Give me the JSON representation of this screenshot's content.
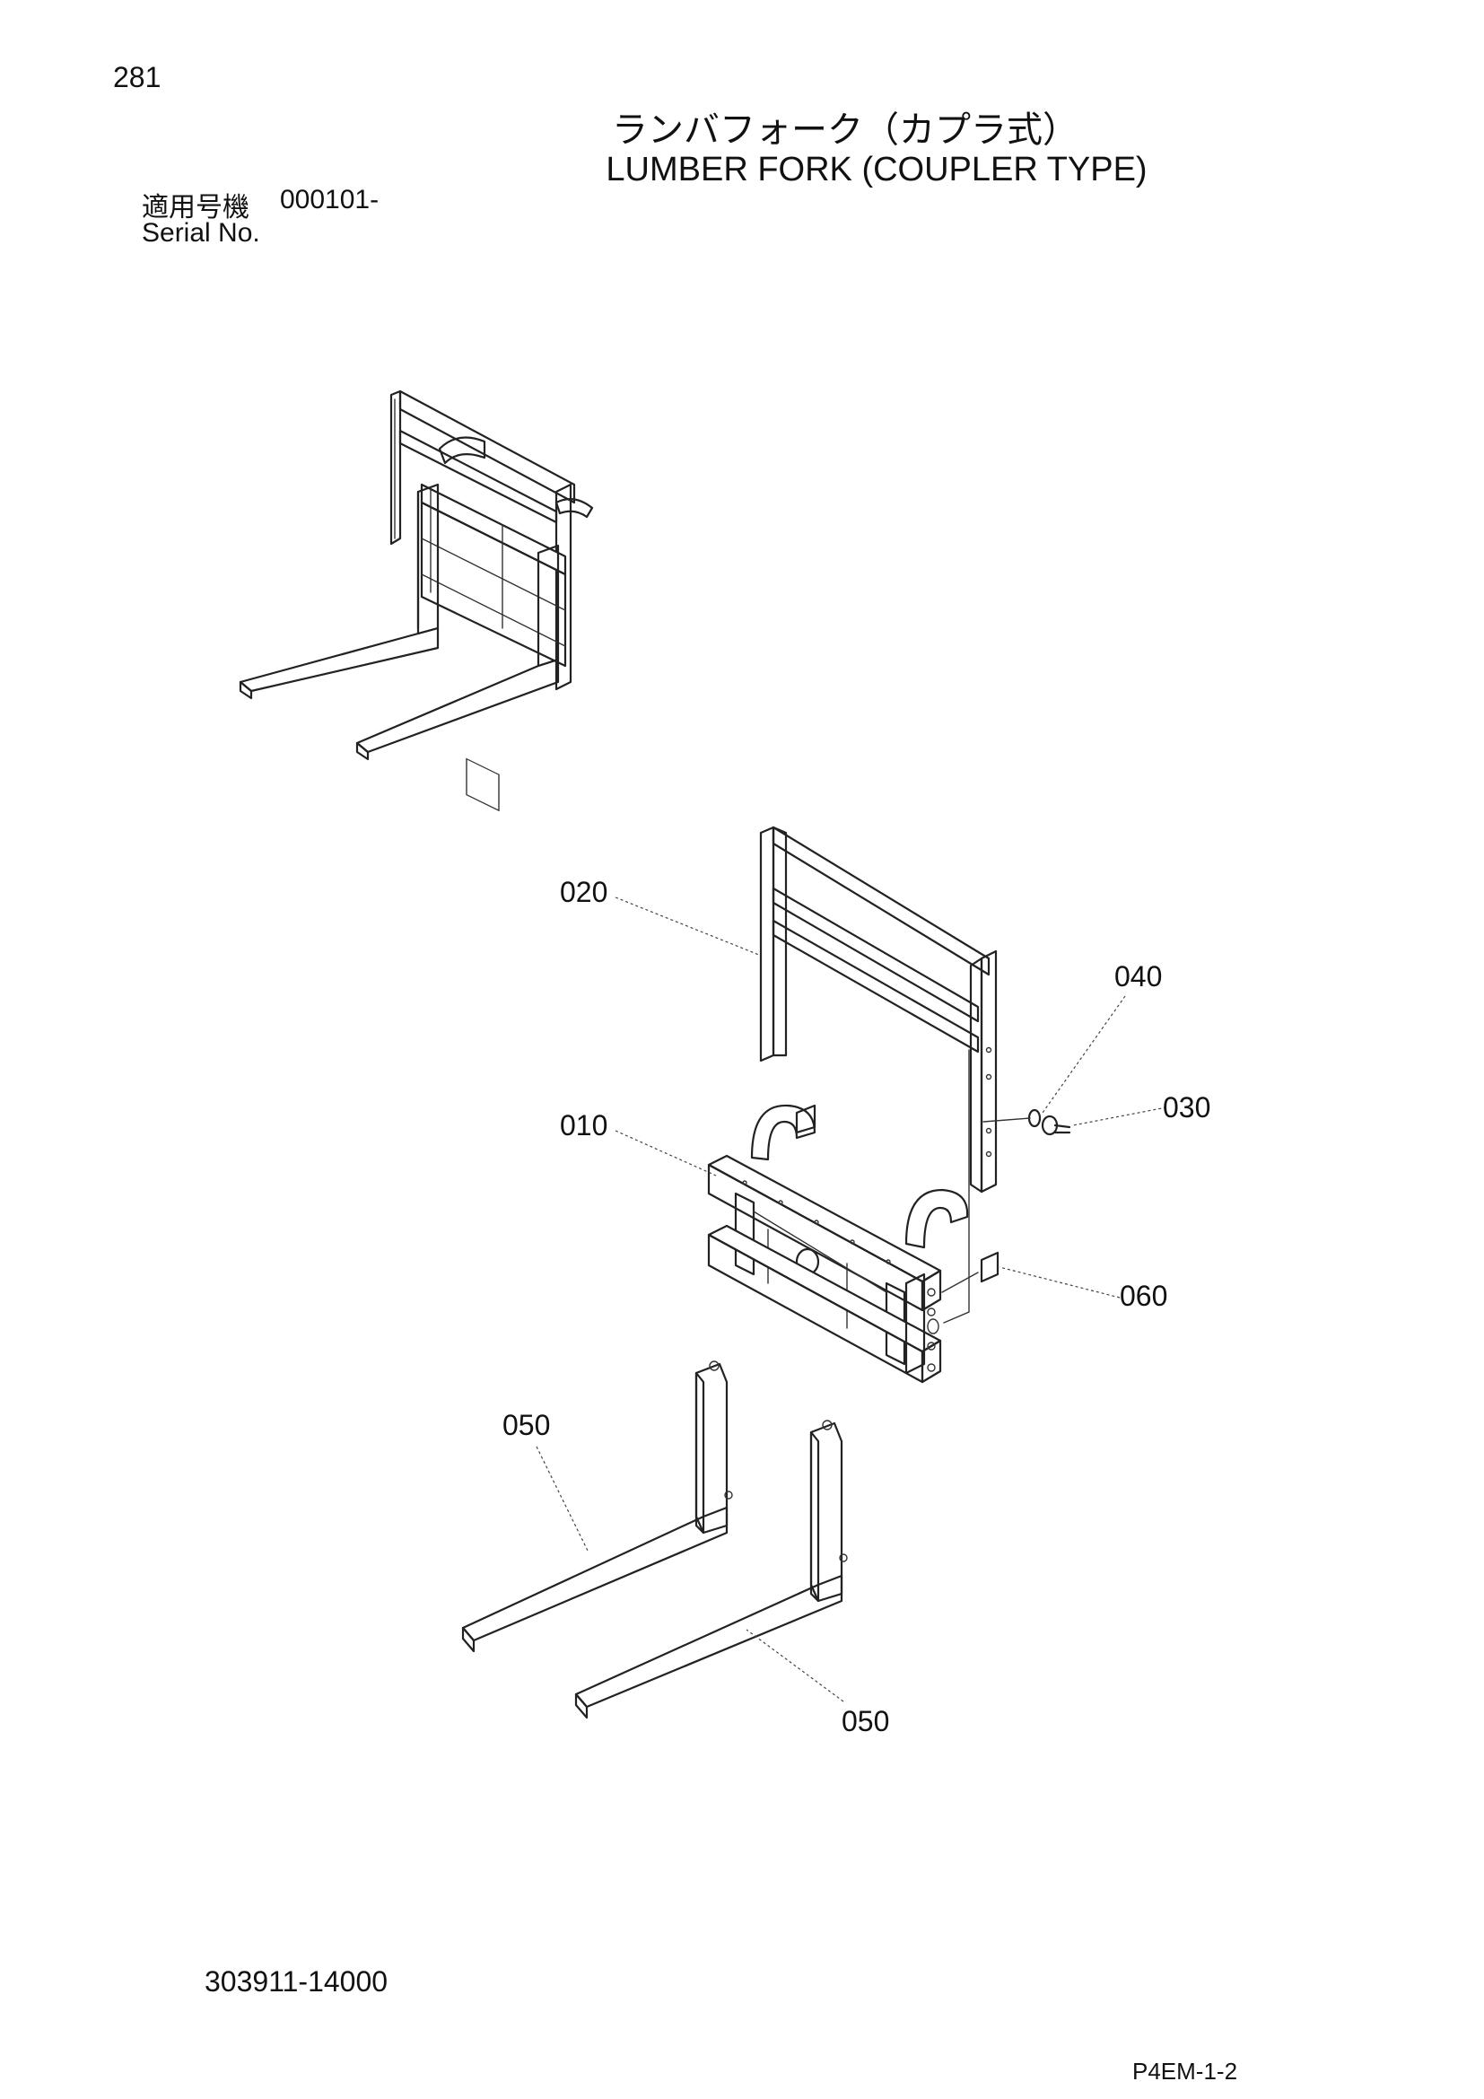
{
  "header": {
    "page_number": "281",
    "title_jp": "ランバフォーク（カプラ式）",
    "title_en": "LUMBER FORK (COUPLER TYPE)",
    "serial_label_jp": "適用号機",
    "serial_value": "000101-",
    "serial_label_en": "Serial No."
  },
  "callouts": {
    "c020": "020",
    "c040": "040",
    "c030": "030",
    "c010": "010",
    "c060": "060",
    "c050a": "050",
    "c050b": "050"
  },
  "footer": {
    "part_code": "303911-14000",
    "sheet_code": "P4EM-1-2"
  }
}
